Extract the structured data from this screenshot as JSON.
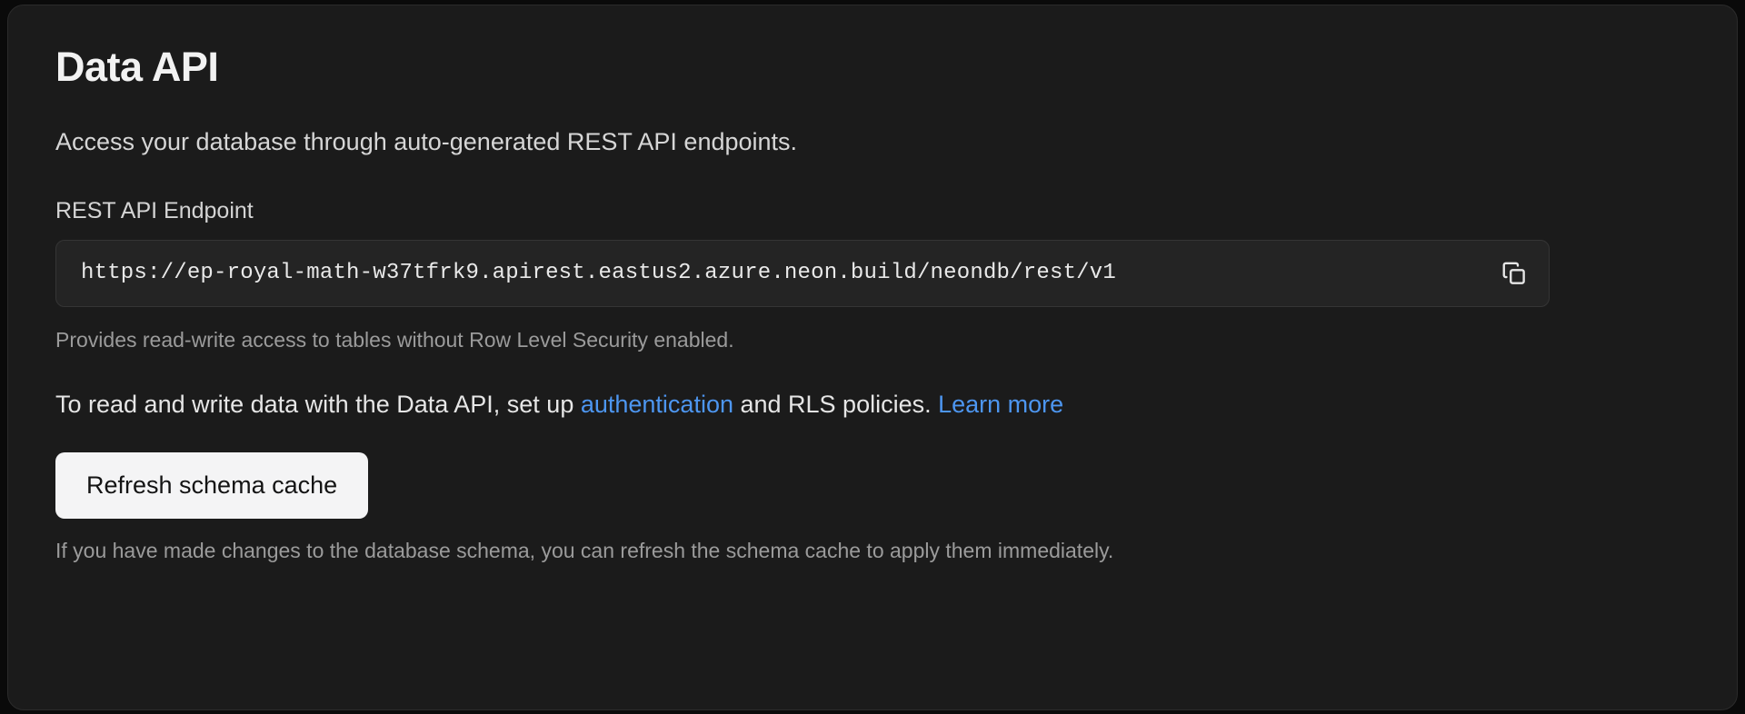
{
  "card": {
    "title": "Data API",
    "subtitle": "Access your database through auto-generated REST API endpoints.",
    "endpoint": {
      "label": "REST API Endpoint",
      "value": "https://ep-royal-math-w37tfrk9.apirest.eastus2.azure.neon.build/neondb/rest/v1",
      "placeholder": "https://",
      "copy_icon": "copy-icon",
      "helper_text": "Provides read-write access to tables without Row Level Security enabled."
    },
    "paragraph": {
      "lead": "To read and write data with the Data API, set up ",
      "link_auth": "authentication",
      "middle": " and RLS policies. ",
      "link_learn": "Learn more"
    },
    "refresh": {
      "label": "Refresh schema cache",
      "footnote": "If you have made changes to the database schema, you can refresh the schema cache to apply them immediately."
    }
  },
  "colors": {
    "page_bg": "#0a0a0a",
    "card_bg": "#1b1b1b",
    "card_border": "#2b2b2b",
    "input_bg": "#242424",
    "input_border": "#353535",
    "link": "#4d96f0",
    "button_bg": "#f4f4f5",
    "button_text": "#141414",
    "muted_text": "#9b9b9b",
    "primary_text": "#f2f2f2"
  }
}
